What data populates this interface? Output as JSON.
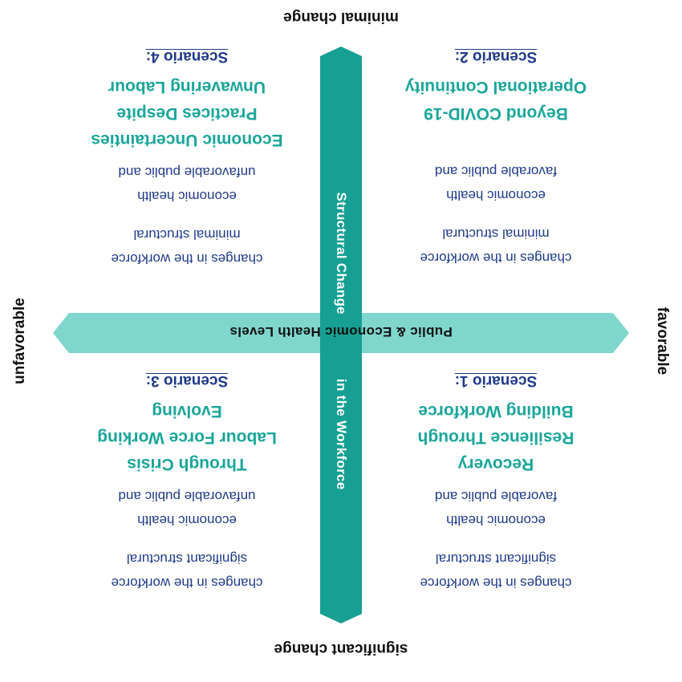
{
  "axes": {
    "top": "minimal change",
    "bottom": "significant change",
    "left": "unfavorable",
    "right": "favorable",
    "horizontal_label": "Public & Economic Health Levels",
    "vertical_label_upper": "Structural Change",
    "vertical_label_lower": "in the Workforce"
  },
  "colors": {
    "horizontal_arrow": "#7fd6cd",
    "vertical_arrow": "#16a093",
    "scenario_title": "#1f3a8a",
    "scenario_name": "#1aa69a"
  },
  "scenarios": {
    "top_left": {
      "title": "Scenario 4:",
      "name_lines": [
        "Unwavering Labour",
        "Practices Despite",
        "Economic Uncertainties"
      ],
      "desc_1": [
        "unfavorable public and",
        "economic health"
      ],
      "desc_2": [
        "minimal structural",
        "changes in the workforce"
      ]
    },
    "top_right": {
      "title": "Scenario 2:",
      "name_lines": [
        "Operational Continuity",
        "Beyond COVID-19"
      ],
      "desc_1": [
        "favorable public and",
        "economic health"
      ],
      "desc_2": [
        "minimal structural",
        "changes in the workforce"
      ]
    },
    "bottom_left": {
      "title": "Scenario 3:",
      "name_lines": [
        "Evolving",
        "Labour Force Working",
        "Through Crisis"
      ],
      "desc_1": [
        "unfavorable public and",
        "economic health"
      ],
      "desc_2": [
        "significant structural",
        "changes in the workforce"
      ]
    },
    "bottom_right": {
      "title": "Scenario 1:",
      "name_lines": [
        "Building Workforce",
        "Resilience Through",
        "Recovery"
      ],
      "desc_1": [
        "favorable public and",
        "economic health"
      ],
      "desc_2": [
        "significant structural",
        "changes in the workforce"
      ]
    }
  }
}
